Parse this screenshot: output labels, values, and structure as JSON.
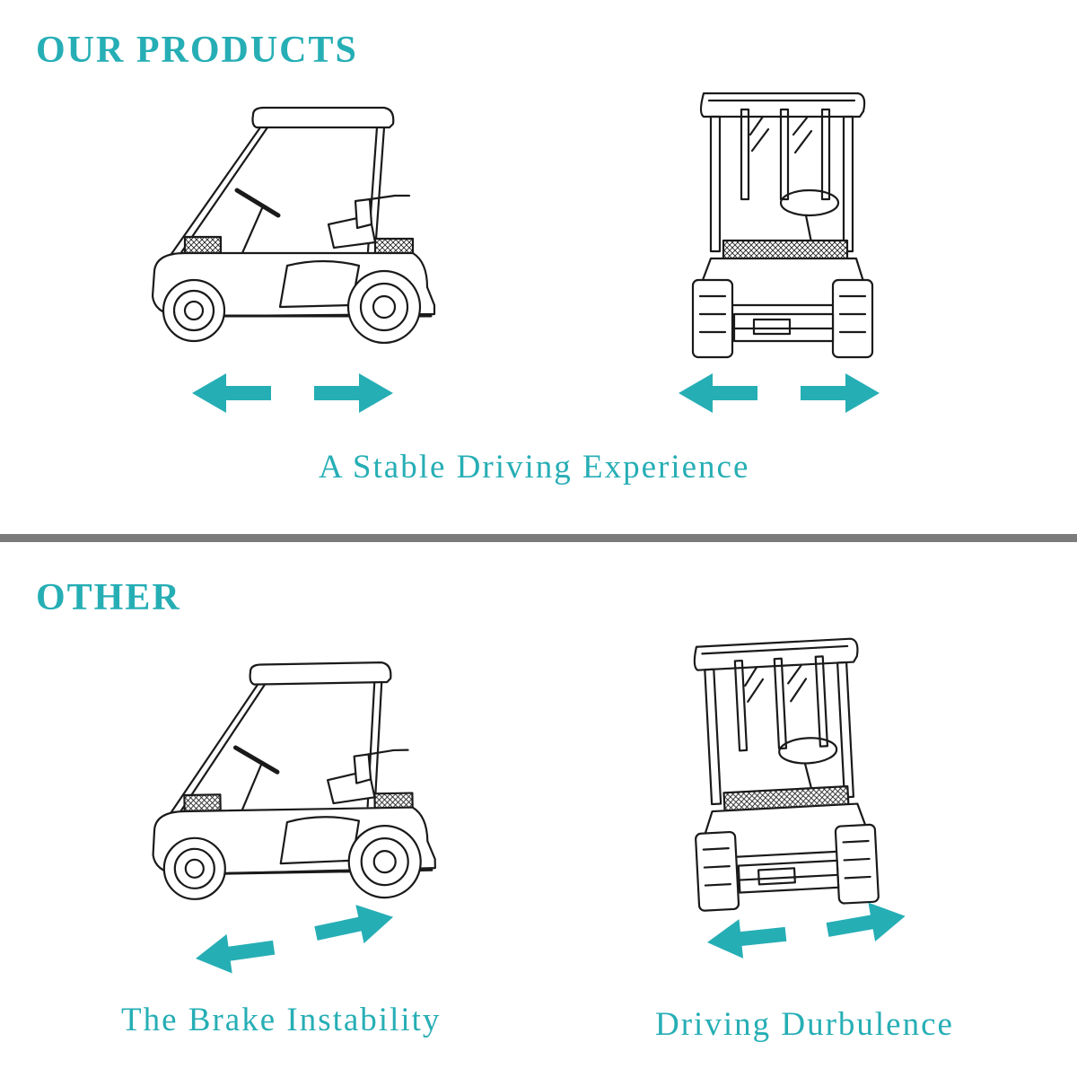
{
  "sections": {
    "ours": {
      "heading": "OUR PRODUCTS",
      "caption": "A Stable Driving Experience"
    },
    "other": {
      "heading": "OTHER",
      "caption_left": "The Brake Instability",
      "caption_right": "Driving Durbulence"
    }
  },
  "colors": {
    "accent": "#26aeb5",
    "divider": "#7b7b7b",
    "line_art": "#1a1a1a"
  },
  "icons": [
    "golf-cart-side-view",
    "golf-cart-front-view",
    "arrow-left-icon",
    "arrow-right-icon"
  ]
}
